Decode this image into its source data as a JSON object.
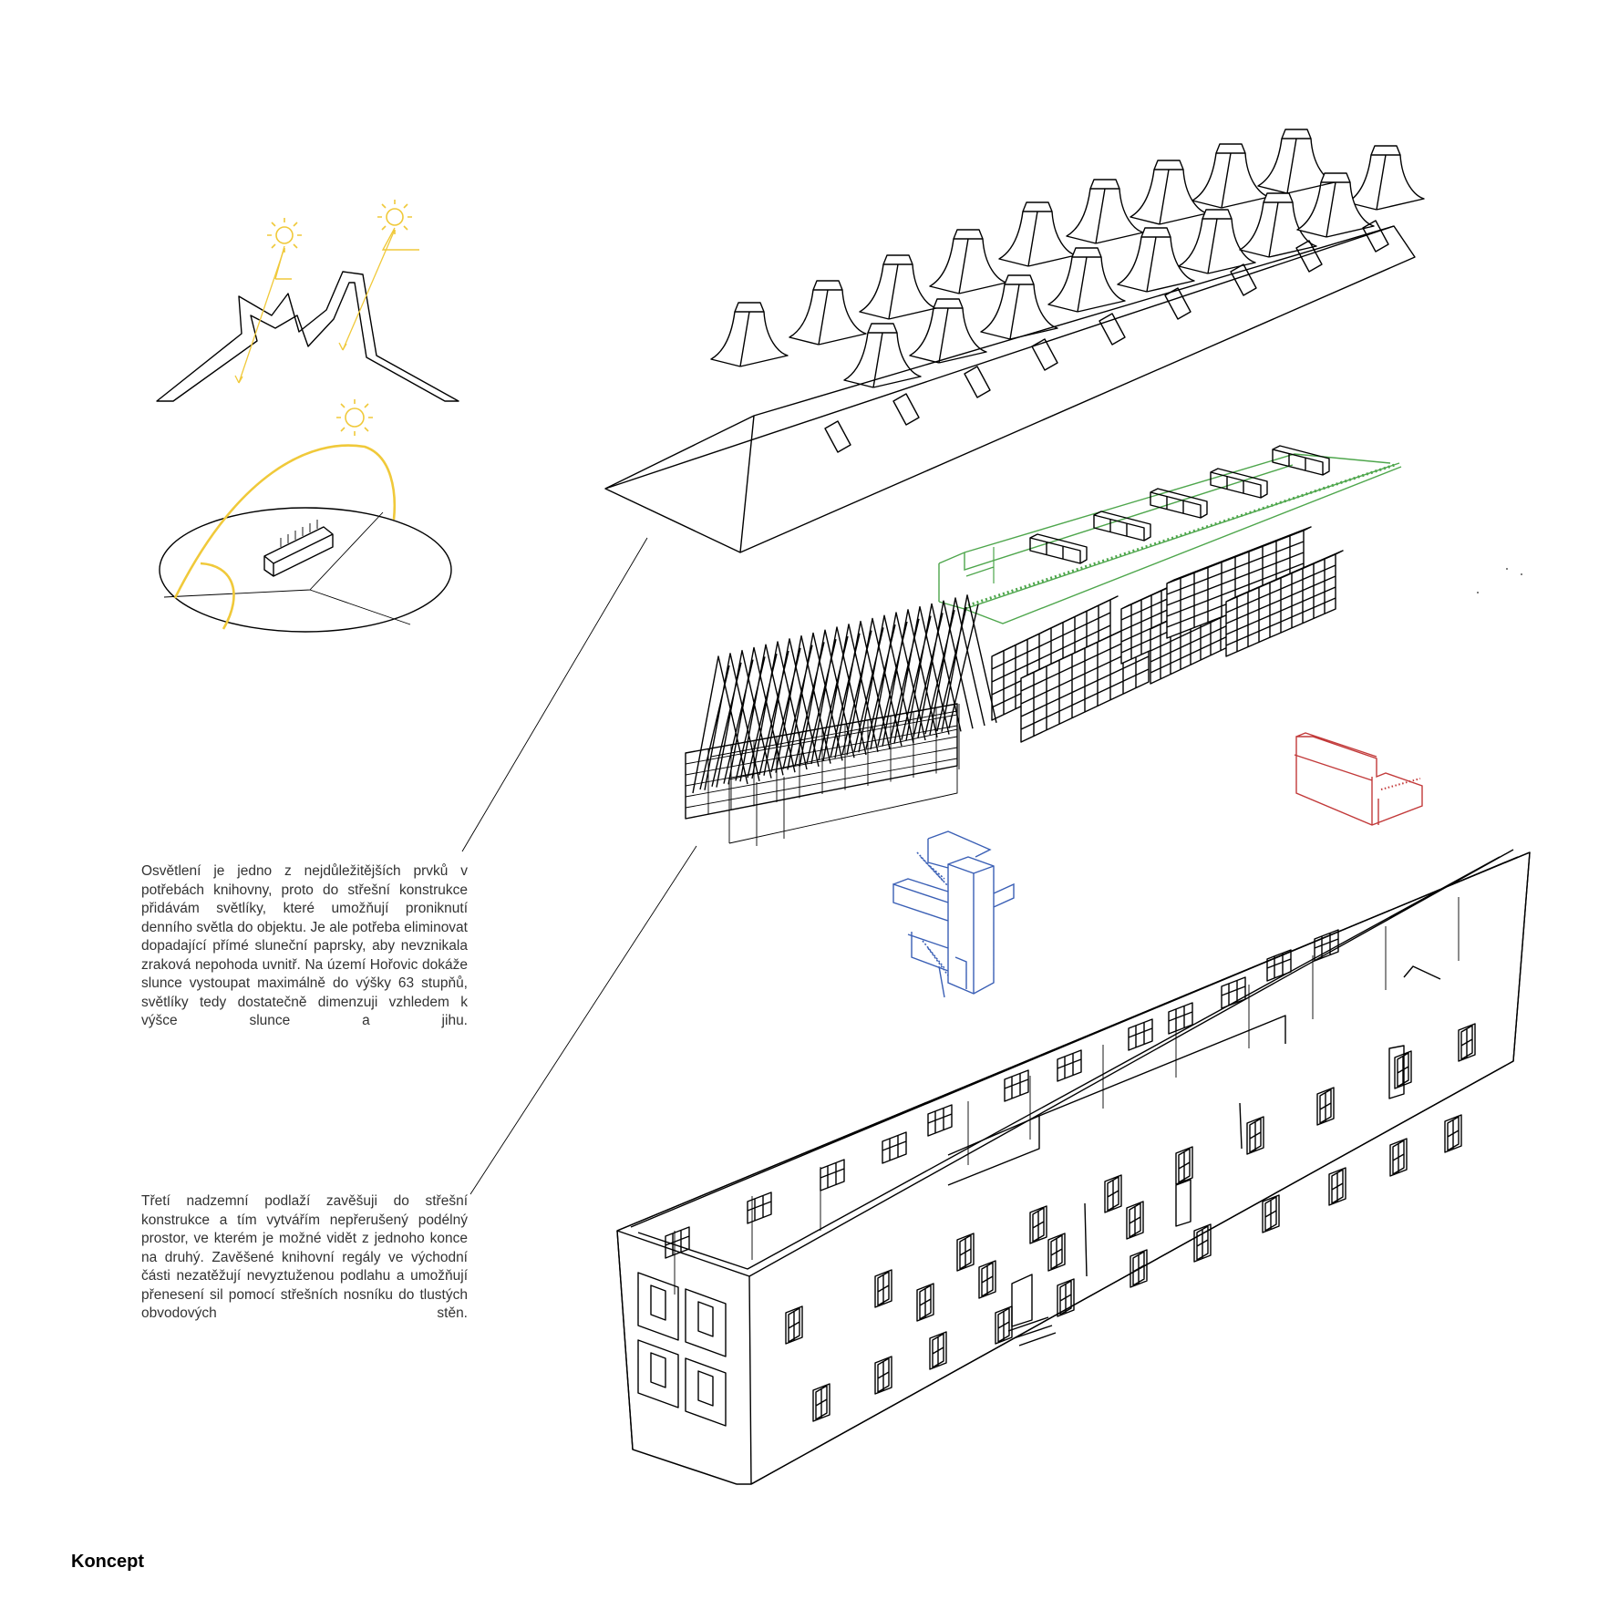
{
  "page": {
    "title": "Koncept"
  },
  "texts": {
    "lighting": "Osvětlení je jedno z nejdůležitějších prvků v potřebách knihovny, proto do střešní konstrukce přidávám světlíky, které umožňují proniknutí denního světla do objektu. Je ale potřeba eliminovat dopadající přímé sluneční paprsky, aby nevznikala zraková nepohoda uvnitř. Na území Hořovic dokáže slunce vystoupat maximálně do výšky 63 stupňů, světlíky tedy dostatečně dimenzuji vzhledem k výšce slunce a jihu.",
    "structure": "Třetí nadzemní podlaží zavěšuji do střešní konstrukce a tím vytvářím nepřerušený podélný prostor, ve kterém je možné vidět z jednoho konce na druhý. Zavěšené knihovní regály ve východní části nezatěžují nevyztuženou podlahu a umožňují přenesení sil pomocí střešních nosníku do tlustých obvodových stěn."
  },
  "colors": {
    "sun": "#f0c93a",
    "suspended-floor": "#4ea64c",
    "stair-core": "#3a5fb5",
    "red-volume": "#c23a3a",
    "line": "#000000"
  }
}
